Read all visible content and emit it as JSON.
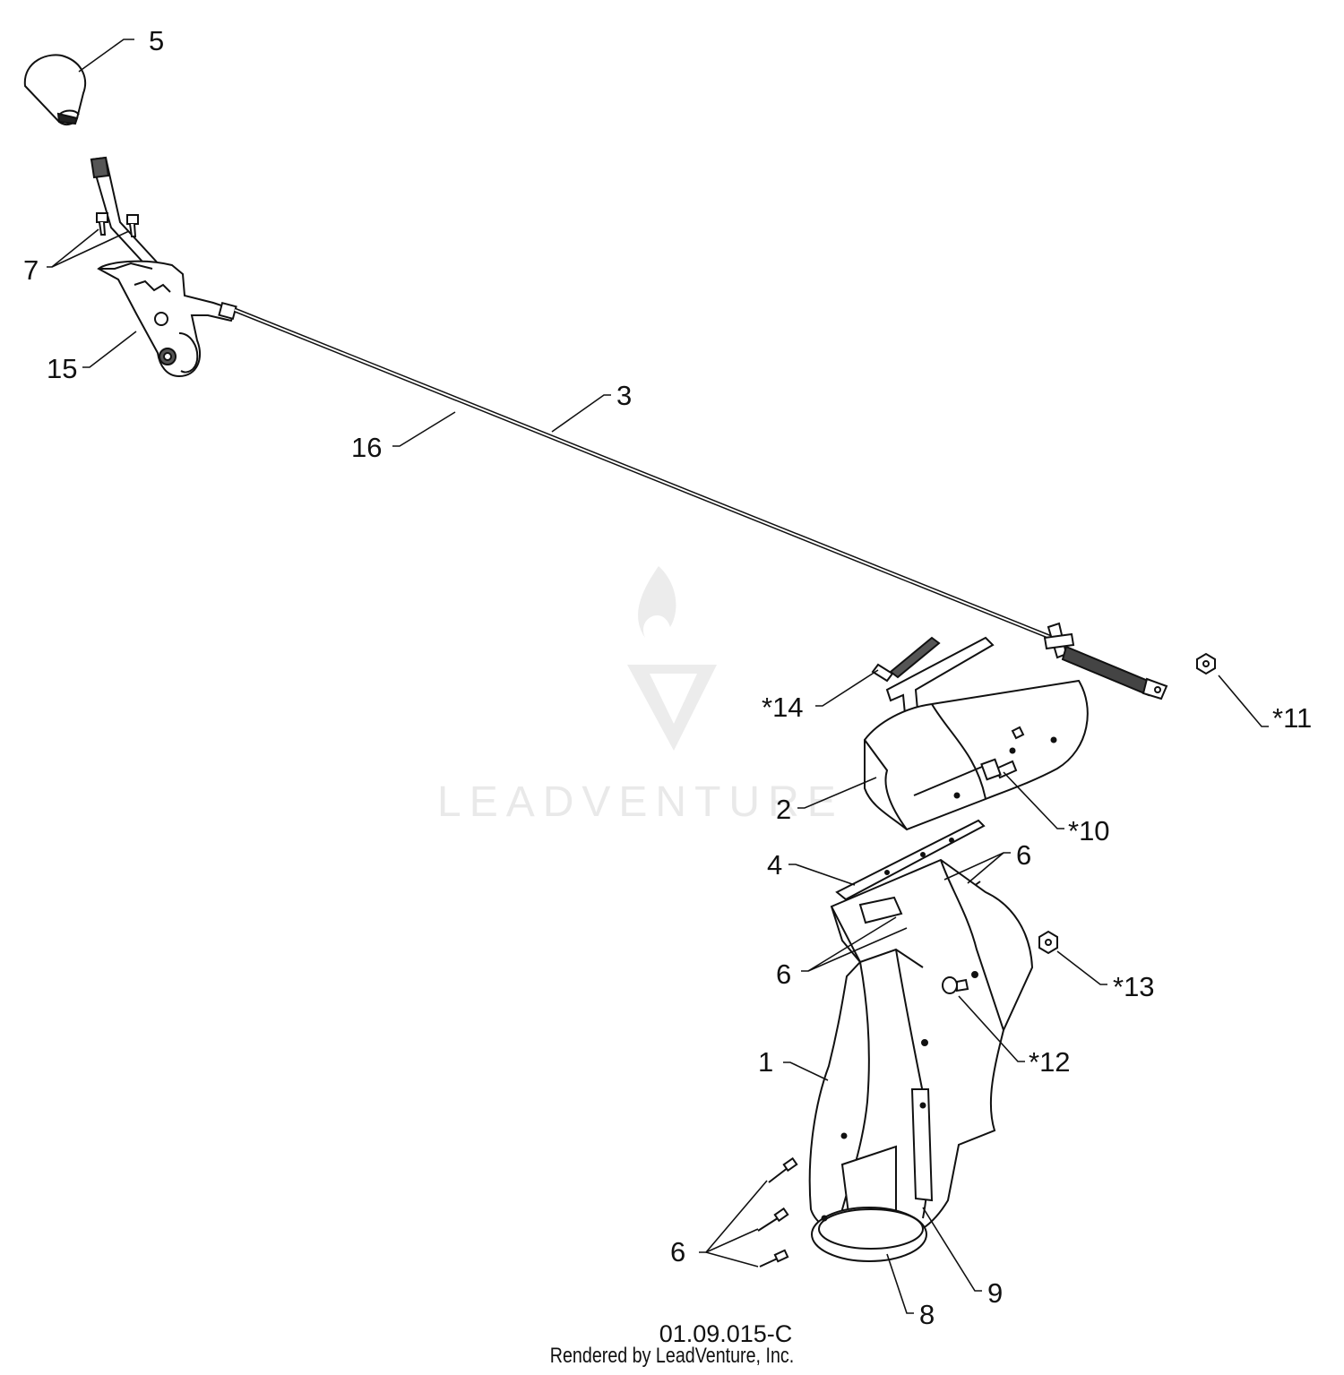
{
  "watermark": {
    "brand": "LEADVENTURE"
  },
  "callouts": [
    {
      "id": "5",
      "label": "5"
    },
    {
      "id": "7",
      "label": "7"
    },
    {
      "id": "15",
      "label": "15"
    },
    {
      "id": "16",
      "label": "16"
    },
    {
      "id": "3",
      "label": "3"
    },
    {
      "id": "14",
      "label": "*14"
    },
    {
      "id": "11",
      "label": "*11"
    },
    {
      "id": "2",
      "label": "2"
    },
    {
      "id": "10",
      "label": "*10"
    },
    {
      "id": "4",
      "label": "4"
    },
    {
      "id": "6a",
      "label": "6"
    },
    {
      "id": "6b",
      "label": "6"
    },
    {
      "id": "13",
      "label": "*13"
    },
    {
      "id": "12",
      "label": "*12"
    },
    {
      "id": "1",
      "label": "1"
    },
    {
      "id": "6c",
      "label": "6"
    },
    {
      "id": "8",
      "label": "8"
    },
    {
      "id": "9",
      "label": "9"
    }
  ],
  "footer": {
    "drawing_id": "01.09.015-C",
    "credit": "Rendered by LeadVenture, Inc."
  }
}
